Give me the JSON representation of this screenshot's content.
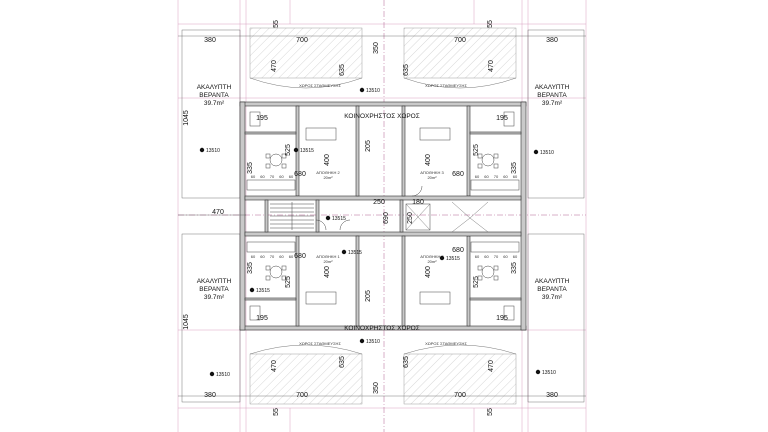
{
  "dims": {
    "top_380_l": "380",
    "top_700_l": "700",
    "top_700_r": "700",
    "top_380_r": "380",
    "bot_380_l": "380",
    "bot_700_l": "700",
    "bot_700_r": "700",
    "bot_380_r": "380",
    "top_350": "350",
    "bot_350": "350",
    "top_55_l": "55",
    "top_55_r": "55",
    "bot_55_l": "55",
    "bot_55_r": "55",
    "top_470_l": "470",
    "top_470_r": "470",
    "bot_470_l": "470",
    "bot_470_r": "470",
    "top_635_l": "635",
    "top_635_r": "635",
    "bot_635_l": "635",
    "bot_635_r": "635",
    "left_1045_t": "1045",
    "left_1045_b": "1045",
    "mid_470": "470",
    "mid_250": "250",
    "mid_180": "180",
    "mid_250v": "250",
    "mid_690": "690",
    "mid_680_t": "680",
    "mid_680_b": "680",
    "c_680_tl": "680",
    "c_205_t": "205",
    "c_205_b": "205",
    "u_195_tl": "195",
    "u_195_tr": "195",
    "u_195_bl": "195",
    "u_195_br": "195",
    "u_335_tl": "335",
    "u_335_tr": "335",
    "u_335_bl": "335",
    "u_335_br": "335",
    "u_525_tl": "525",
    "u_525_tr": "525",
    "u_525_bl": "525",
    "u_525_br": "525",
    "u_400_tl": "400",
    "u_400_tr": "400",
    "u_400_bl": "400",
    "u_400_br": "400",
    "u_680_bl": "680"
  },
  "labels": {
    "veranda_line1": "ΑΚΑΛΥΠΤΗ",
    "veranda_line2": "ΒΕΡΑΝΤΑ",
    "veranda_area": "39.7m²",
    "common_area": "ΚΟΙΝΟΧΡΗΣΤΟΣ ΧΩΡΟΣ",
    "storage_2": "ΑΠΟΘΗΚΗ 2",
    "storage_3": "ΑΠΟΘΗΚΗ 3",
    "storage_1": "ΑΠΟΘΗΚΗ 1",
    "storage_4": "ΑΠΟΘΗΚΗ 4",
    "storage_area": "20m²",
    "parking": "ΧΩΡΟΣ ΣΤΑΘΜΕΥΣΗΣ"
  },
  "levels": {
    "l13510": "13510",
    "l13515": "13515"
  },
  "kitchen_dims": [
    "60",
    "60",
    "70",
    "60",
    "60"
  ],
  "colors": {
    "wall": "#c9c9c9",
    "grid": "#d9a0c0",
    "ink": "#111111"
  }
}
